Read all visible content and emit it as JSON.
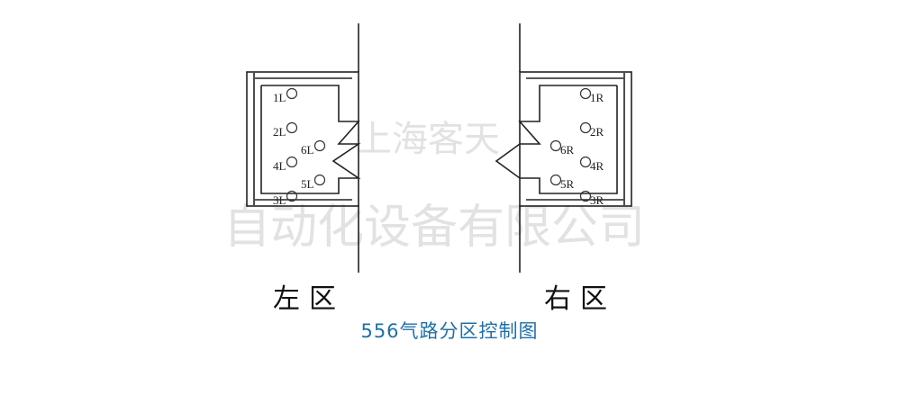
{
  "watermark": {
    "line1": "上海客天",
    "line2": "自动化设备有限公司"
  },
  "left_zone": {
    "label": "左区",
    "ports": [
      "1L",
      "2L",
      "4L",
      "3L",
      "6L",
      "5L"
    ]
  },
  "right_zone": {
    "label": "右区",
    "ports": [
      "1R",
      "2R",
      "6R",
      "4R",
      "5R",
      "3R"
    ]
  },
  "caption": "556气路分区控制图",
  "colors": {
    "line": "#222222",
    "caption": "#1f6fa8",
    "watermark": "#e2e2e2"
  }
}
